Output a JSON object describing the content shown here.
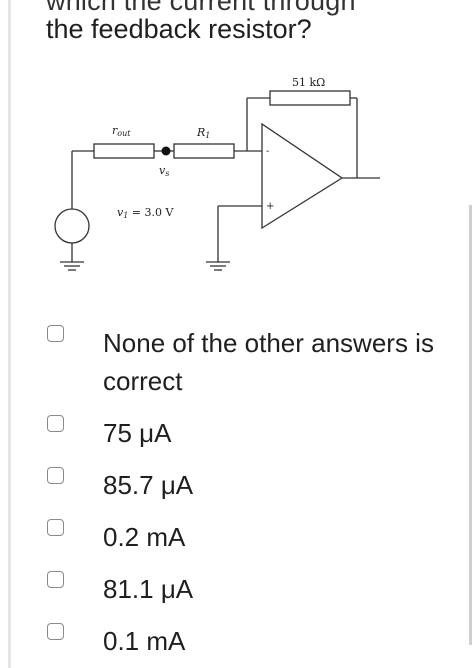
{
  "question": {
    "previous_line_fragment": "which the current through",
    "text": "the feedback resistor?"
  },
  "circuit": {
    "feedback_resistor_label": "51 kΩ",
    "r_out_label": "r",
    "r_out_subscript": "out",
    "r1_label": "R",
    "r1_subscript": "1",
    "vs_label": "v",
    "vs_subscript": "s",
    "v1_label": "v",
    "v1_subscript": "1",
    "v1_value": " = 3.0 V",
    "minus_sign": "-",
    "plus_sign": "+"
  },
  "answers": [
    {
      "label": "None of the other answers is correct",
      "checked": false
    },
    {
      "label": "75 μA",
      "checked": false
    },
    {
      "label": "85.7 μA",
      "checked": false
    },
    {
      "label": "0.2 mA",
      "checked": false
    },
    {
      "label": "81.1 μA",
      "checked": false
    },
    {
      "label": "0.1 mA",
      "checked": false
    }
  ]
}
